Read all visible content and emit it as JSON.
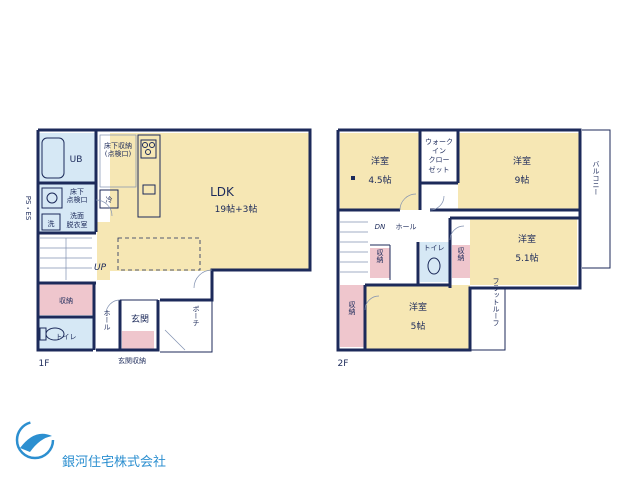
{
  "floor1": {
    "floor_label": "1F",
    "ldk_name": "LDK",
    "ldk_size": "19帖+3帖",
    "ub": "UB",
    "washroom_line1": "洗面",
    "washroom_line2": "脱衣室",
    "washer": "洗",
    "fridge": "冷",
    "underfloor_line1": "床下",
    "underfloor_line2": "点検口",
    "underfloor_storage_line1": "床下収納",
    "underfloor_storage_line2": "(点検口)",
    "up": "UP",
    "storage": "収納",
    "hall": "ホール",
    "entrance": "玄関",
    "porch": "ポーチ",
    "toilet": "トイレ",
    "entrance_storage": "玄関収納",
    "ps_es": "PS・ES"
  },
  "floor2": {
    "floor_label": "2F",
    "room_a_name": "洋室",
    "room_a_size": "4.5帖",
    "wic_line1": "ウォーク",
    "wic_line2": "イン",
    "wic_line3": "クロー",
    "wic_line4": "ゼット",
    "room_b_name": "洋室",
    "room_b_size": "9帖",
    "dn": "DN",
    "hall": "ホール",
    "toilet": "トイレ",
    "storage_1": "収納",
    "storage_2": "収納",
    "storage_3": "収納",
    "room_c_name": "洋室",
    "room_c_size": "5.1帖",
    "room_d_name": "洋室",
    "room_d_size": "5帖",
    "balcony": "バルコニー",
    "flat_roof": "フラットルーフ"
  },
  "company": {
    "name": "銀河住宅株式会社"
  },
  "colors": {
    "wall": "#1c2a5a",
    "room_fill": "#f6e7b4",
    "wet_fill": "#d6e8f5",
    "storage_fill": "#efc6cd",
    "text": "#1c2a5a",
    "logo_blue": "#2c8fd0"
  }
}
